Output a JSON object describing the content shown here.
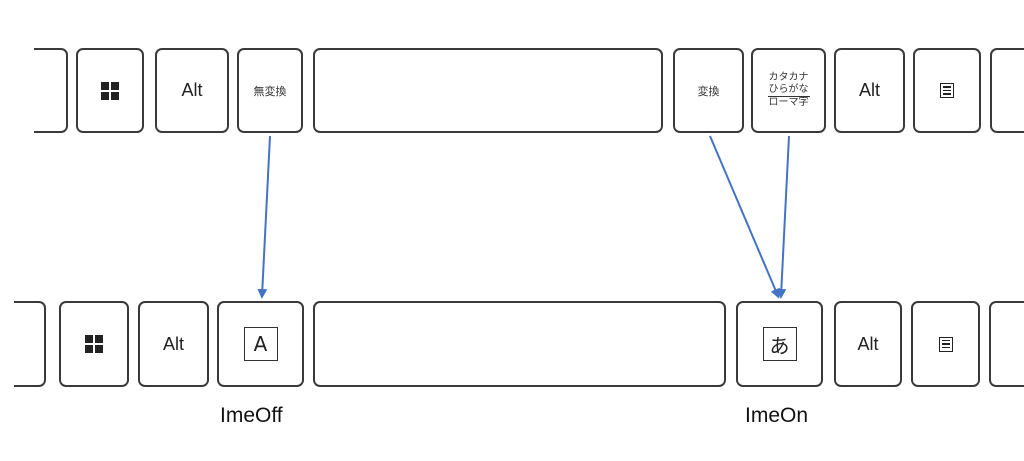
{
  "top_row": {
    "windows_key": "windows-icon",
    "alt_left": "Alt",
    "muhenkan": "無変換",
    "henkan": "変換",
    "kana_lines": [
      "カタカナ",
      "ひらがな",
      "ローマ字"
    ],
    "alt_right": "Alt",
    "menu_key": "menu-icon"
  },
  "bottom_row": {
    "windows_key": "windows-icon",
    "alt_left": "Alt",
    "ime_off_key": "A",
    "ime_on_key": "あ",
    "alt_right": "Alt",
    "menu_key": "menu-icon"
  },
  "captions": {
    "ime_off": "ImeOff",
    "ime_on": "ImeOn"
  },
  "colors": {
    "arrow": "#4472c4",
    "key_border": "#3a3a3a"
  }
}
